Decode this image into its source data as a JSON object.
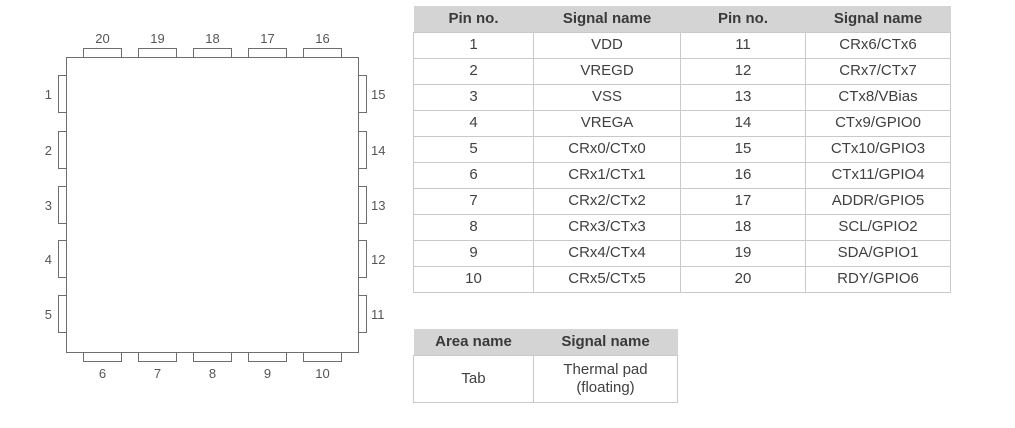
{
  "diagram": {
    "top_pins": [
      "20",
      "19",
      "18",
      "17",
      "16"
    ],
    "left_pins": [
      "1",
      "2",
      "3",
      "4",
      "5"
    ],
    "right_pins": [
      "15",
      "14",
      "13",
      "12",
      "11"
    ],
    "bottom_pins": [
      "6",
      "7",
      "8",
      "9",
      "10"
    ]
  },
  "pin_table": {
    "headers": [
      "Pin no.",
      "Signal name",
      "Pin no.",
      "Signal name"
    ],
    "rows": [
      [
        "1",
        "VDD",
        "11",
        "CRx6/CTx6"
      ],
      [
        "2",
        "VREGD",
        "12",
        "CRx7/CTx7"
      ],
      [
        "3",
        "VSS",
        "13",
        "CTx8/VBias"
      ],
      [
        "4",
        "VREGA",
        "14",
        "CTx9/GPIO0"
      ],
      [
        "5",
        "CRx0/CTx0",
        "15",
        "CTx10/GPIO3"
      ],
      [
        "6",
        "CRx1/CTx1",
        "16",
        "CTx11/GPIO4"
      ],
      [
        "7",
        "CRx2/CTx2",
        "17",
        "ADDR/GPIO5"
      ],
      [
        "8",
        "CRx3/CTx3",
        "18",
        "SCL/GPIO2"
      ],
      [
        "9",
        "CRx4/CTx4",
        "19",
        "SDA/GPIO1"
      ],
      [
        "10",
        "CRx5/CTx5",
        "20",
        "RDY/GPIO6"
      ]
    ]
  },
  "area_table": {
    "headers": [
      "Area name",
      "Signal name"
    ],
    "rows": [
      [
        "Tab",
        "Thermal pad (floating)"
      ]
    ]
  },
  "colors": {
    "table_header_bg": "#d4d4d4",
    "table_border": "#c9c9c9",
    "table_text": "#404040",
    "diagram_line": "#6e6e6e",
    "diagram_text": "#565656",
    "background": "#ffffff"
  }
}
